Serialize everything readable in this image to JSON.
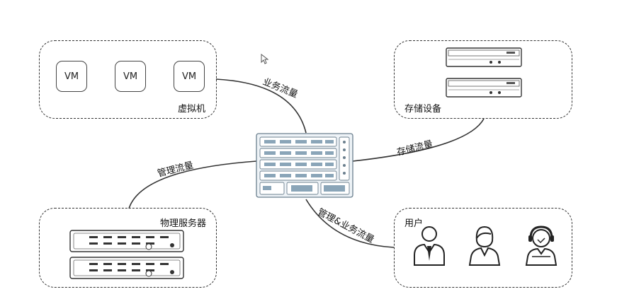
{
  "groups": {
    "vms": {
      "label": "虚拟机",
      "items": [
        "VM",
        "VM",
        "VM"
      ]
    },
    "storage": {
      "label": "存储设备"
    },
    "physical": {
      "label": "物理服务器"
    },
    "users": {
      "label": "用户"
    }
  },
  "edges": {
    "business": "业务流量",
    "storage": "存储流量",
    "management": "管理流量",
    "mgmt_business": "管理&业务流量"
  },
  "icons": [
    "vm-icon",
    "storage-server-icon",
    "rack-switch-icon",
    "physical-server-icon",
    "user-male-icon",
    "user-female-icon",
    "user-support-icon",
    "mouse-cursor-icon"
  ]
}
